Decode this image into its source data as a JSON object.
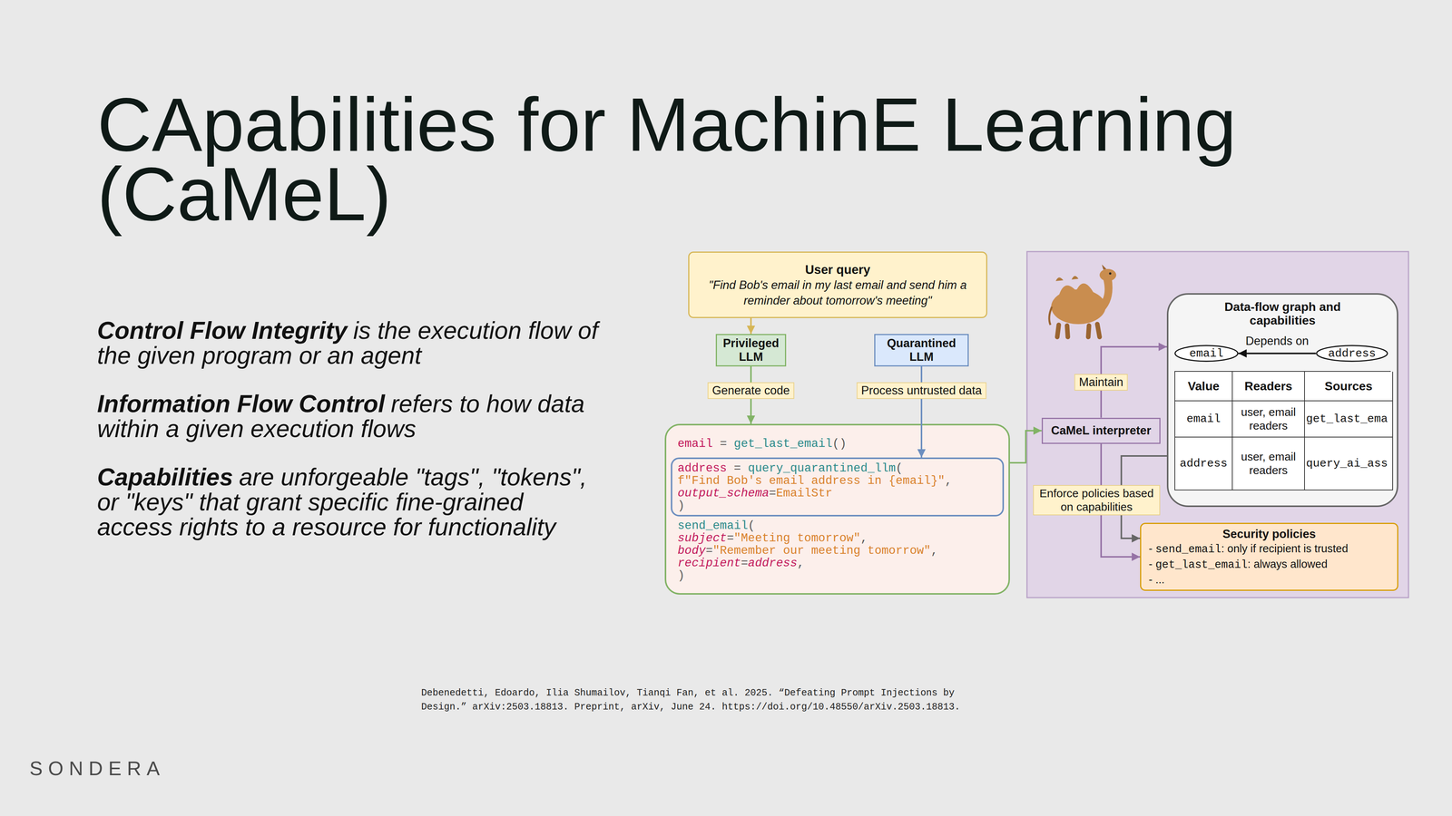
{
  "diagram": {
    "title": "CApabilities for MachinE Learning (CaMeL)",
    "nodes": [
      {
        "text": [
          "User query",
          "\"Find Bob's email in my last email and send him a reminder about tomorrow's meeting\""
        ]
      },
      {
        "text": [
          "Privileged LLM"
        ]
      },
      {
        "text": [
          "Quarantined LLM"
        ]
      },
      {
        "text": [
          "email = get_last_email()",
          "send_email(",
          "subject=\"Meeting tomorrow\",",
          "body=\"Remember our meeting tomorrow\",",
          "recipient=address,",
          ")"
        ]
      },
      {
        "text": [
          "address = query_quarantined_llm(",
          "f\"Find Bob's email address in {email}\",",
          "output_schema=EmailStr",
          ")"
        ],
        "in": 3
      },
      {
        "text": [
          "Data-flow graph and capabilities"
        ]
      },
      {
        "text": [
          "email"
        ],
        "in": 5
      },
      {
        "text": [
          "address"
        ],
        "in": 5
      },
      {
        "text": [
          "CaMeL interpreter"
        ]
      },
      {
        "text": [
          "Security policies",
          "- send_email: only if recipient is trusted",
          "- get_last_email: always allowed",
          "- ..."
        ]
      }
    ],
    "edges": [
      {
        "from": 0,
        "to": 1,
        "arrow": "to"
      },
      {
        "from": 1,
        "to": 3,
        "label": "Generate code",
        "arrow": "to"
      },
      {
        "from": 2,
        "to": 4,
        "label": "Process untrusted data",
        "arrow": "to"
      },
      {
        "from": 3,
        "to": 8,
        "arrow": "to"
      },
      {
        "from": 8,
        "to": 5,
        "label": "Maintain",
        "arrow": "to"
      },
      {
        "from": 8,
        "to": 9,
        "label": "Enforce policies based on capabilities",
        "arrow": "to"
      },
      {
        "from": 5,
        "to": 9,
        "arrow": "to"
      },
      {
        "from": 7,
        "to": 6,
        "label": "Depends on",
        "arrow": "to"
      }
    ],
    "labels": [
      "Control Flow Integrity",
      "is the execution flow of the given program or an agent",
      "Information Flow Control",
      "refers to how data within a given execution flows",
      "Capabilities",
      "are unforgeable \"tags\", \"tokens\", or \"keys\" that grant specific fine-grained access rights to a resource for functionality",
      "Value",
      "Readers",
      "Sources",
      "email",
      "user, email readers",
      "get_last_ema",
      "address",
      "user, email readers",
      "query_ai_ass",
      "Debenedetti, Edoardo, Ilia Shumailov, Tianqi Fan, et al. 2025. “Defeating Prompt Injections by Design.” arXiv:2503.18813. Preprint, arXiv, June 24. https://doi.org/10.48550/arXiv.2503.18813.",
      "SONDERA"
    ]
  }
}
